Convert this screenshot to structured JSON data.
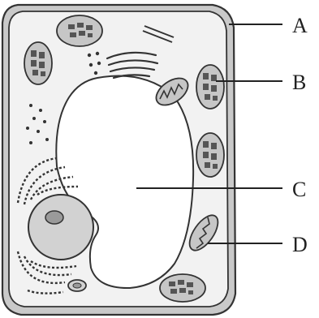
{
  "labels": {
    "a": "A",
    "b": "B",
    "c": "C",
    "d": "D"
  },
  "colors": {
    "outline": "#333333",
    "wall_fill": "#c9c9c9",
    "cytoplasm": "#f2f2f2",
    "vacuole": "#ffffff",
    "organelle_fill": "#c6c6c6",
    "thylakoid": "#555555",
    "nucleus_fill": "#d2d2d2",
    "nucleolus_fill": "#9a9a9a"
  }
}
